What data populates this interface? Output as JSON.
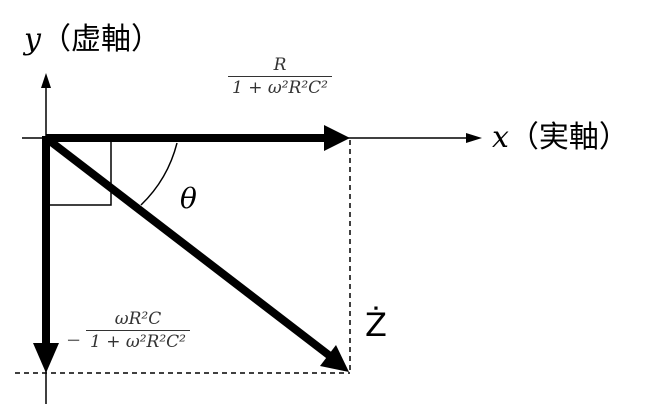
{
  "axes": {
    "y_label": {
      "var": "y",
      "text": "（虚軸）"
    },
    "x_label": {
      "var": "x",
      "text": "（実軸）"
    }
  },
  "real_component": {
    "numerator": "R",
    "denominator": "1 + ω²R²C²"
  },
  "imag_component": {
    "sign": "−",
    "numerator": "ωR²C",
    "denominator": "1 + ω²R²C²"
  },
  "angle_label": "θ",
  "impedance_label": "Ż"
}
